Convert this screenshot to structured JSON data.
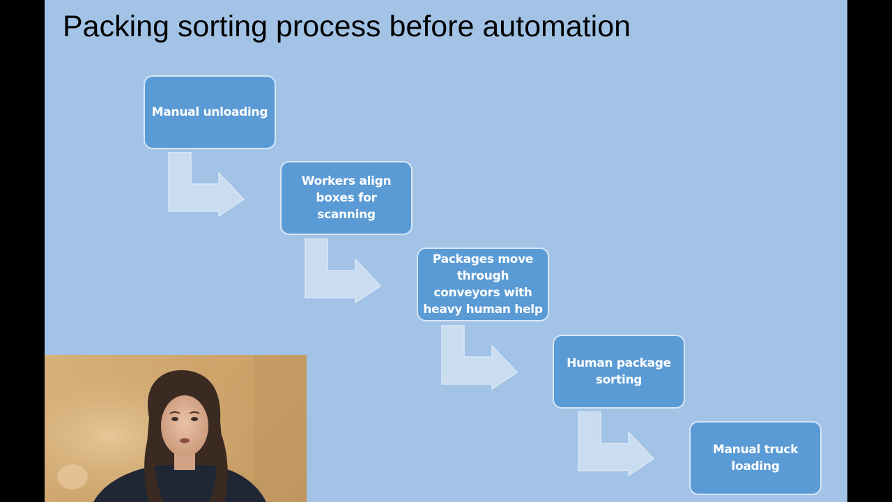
{
  "slide": {
    "title": "Packing sorting process before automation",
    "background_color": "#a2c3e6"
  },
  "flow": {
    "box_color": "#5b9bd5",
    "arrow_color": "#c9dcf0",
    "steps": [
      {
        "label": "Manual unloading"
      },
      {
        "label": "Workers align boxes for scanning"
      },
      {
        "label": "Packages move through conveyors with heavy human help"
      },
      {
        "label": "Human package sorting"
      },
      {
        "label": "Manual truck loading"
      }
    ]
  }
}
